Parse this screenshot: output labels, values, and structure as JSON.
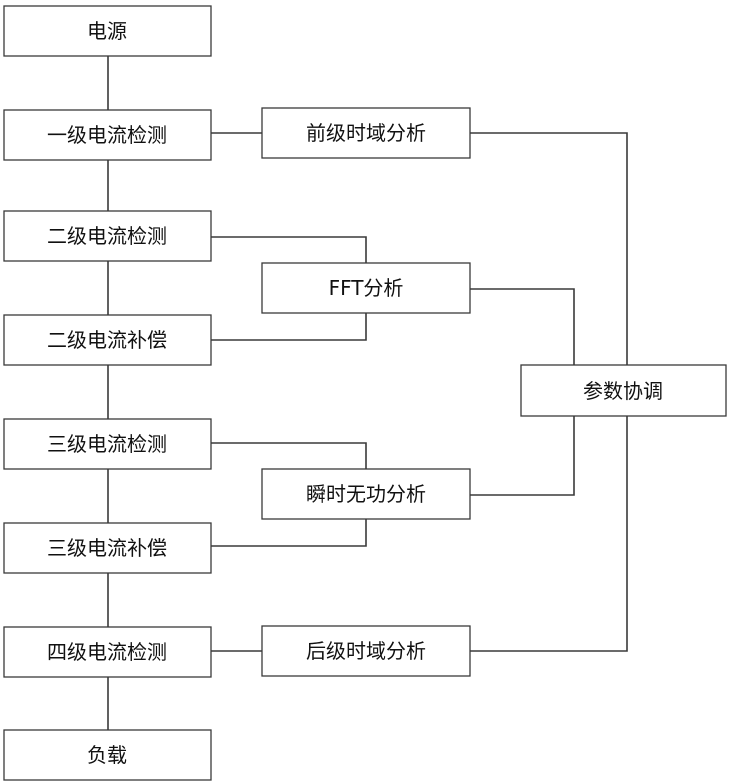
{
  "nodes": {
    "power_supply": "电源",
    "level1_current_detect": "一级电流检测",
    "pre_stage_time_domain_analysis": "前级时域分析",
    "level2_current_detect": "二级电流检测",
    "fft_analysis": "FFT分析",
    "level2_current_compensate": "二级电流补偿",
    "parameter_coordination": "参数协调",
    "level3_current_detect": "三级电流检测",
    "instantaneous_reactive_analysis": "瞬时无功分析",
    "level3_current_compensate": "三级电流补偿",
    "level4_current_detect": "四级电流检测",
    "post_stage_time_domain_analysis": "后级时域分析",
    "load": "负载"
  }
}
